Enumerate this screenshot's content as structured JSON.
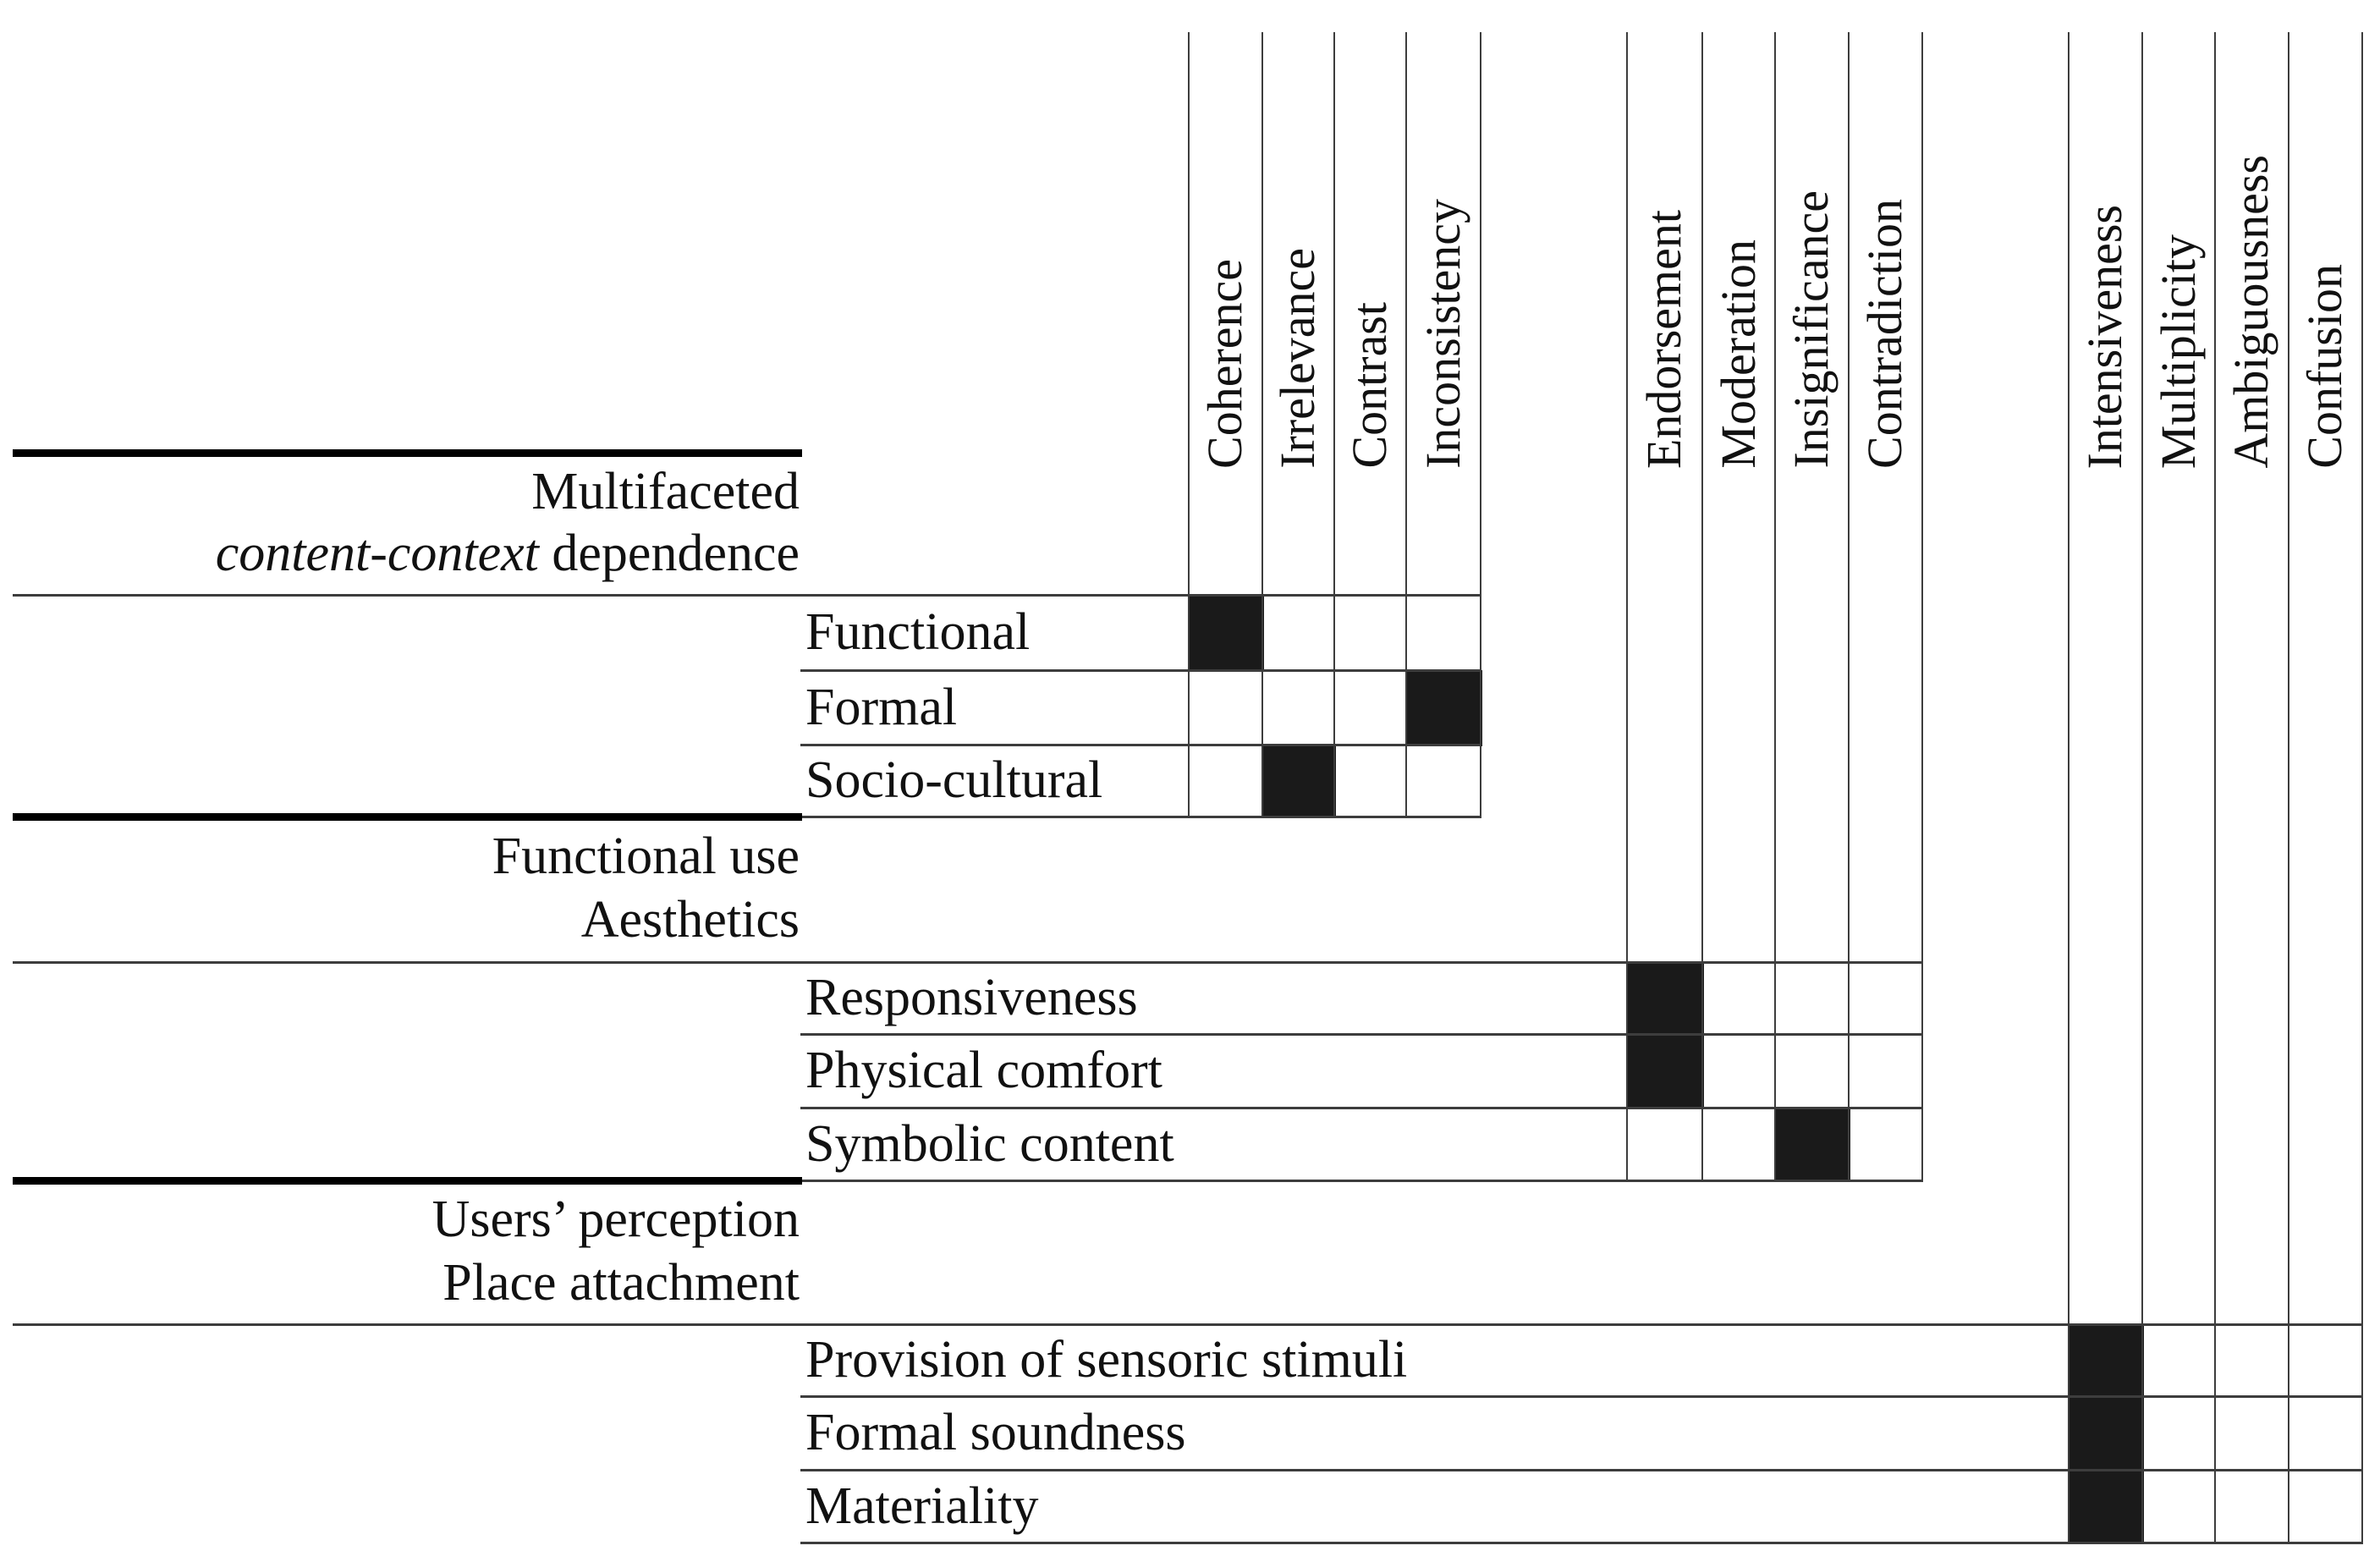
{
  "figure": {
    "background": "#ffffff",
    "text_color": "#111111",
    "grid_color": "#3d3d3d",
    "mark_color": "#1a1a1a",
    "divider_color": "#000000"
  },
  "column_groups": [
    {
      "columns": [
        "Coherence",
        "Irrelevance",
        "Contrast",
        "Inconsistency"
      ]
    },
    {
      "columns": [
        "Endorsement",
        "Moderation",
        "Insignificance",
        "Contradiction"
      ]
    },
    {
      "columns": [
        "Intensiveness",
        "Multiplicity",
        "Ambiguousness",
        "Confusion"
      ]
    }
  ],
  "sections": [
    {
      "header_lines": [
        [
          {
            "t": "Multifaceted",
            "i": false
          }
        ],
        [
          {
            "t": "content-context",
            "i": true
          },
          {
            "t": " dependence",
            "i": false
          }
        ]
      ],
      "rows": [
        "Functional",
        "Formal",
        "Socio-cultural"
      ]
    },
    {
      "header_lines": [
        [
          {
            "t": "Functional use",
            "i": false
          }
        ],
        [
          {
            "t": "Aesthetics",
            "i": false
          }
        ]
      ],
      "rows": [
        "Responsiveness",
        "Physical comfort",
        "Symbolic content"
      ]
    },
    {
      "header_lines": [
        [
          {
            "t": "Users’ perception",
            "i": false
          }
        ],
        [
          {
            "t": "Place attachment",
            "i": false
          }
        ]
      ],
      "rows": [
        "Provision of sensoric stimuli",
        "Formal soundness",
        "Materiality"
      ]
    }
  ],
  "marks": [
    {
      "row": "Functional",
      "column": "Coherence"
    },
    {
      "row": "Formal",
      "column": "Inconsistency"
    },
    {
      "row": "Socio-cultural",
      "column": "Irrelevance"
    },
    {
      "row": "Responsiveness",
      "column": "Endorsement"
    },
    {
      "row": "Physical comfort",
      "column": "Endorsement"
    },
    {
      "row": "Symbolic content",
      "column": "Insignificance"
    },
    {
      "row": "Provision of sensoric stimuli",
      "column": "Intensiveness"
    },
    {
      "row": "Formal soundness",
      "column": "Intensiveness"
    },
    {
      "row": "Materiality",
      "column": "Intensiveness"
    }
  ]
}
